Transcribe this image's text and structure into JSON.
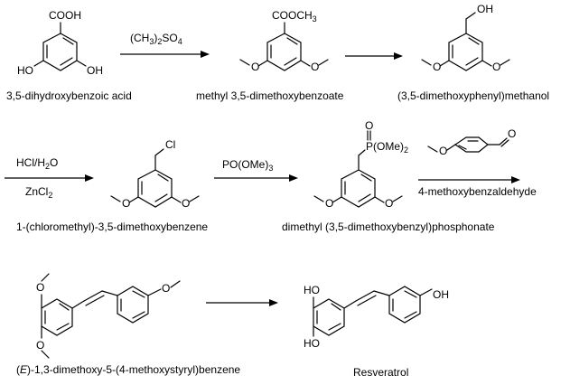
{
  "molecules": {
    "dihydroxybenzoic_acid": {
      "name": "3,5-dihydroxybenzoic acid",
      "labels": {
        "top": "COOH",
        "left": "HO",
        "right": "OH"
      }
    },
    "methyl_ester": {
      "name": "methyl 3,5-dimethoxybenzoate",
      "labels": {
        "top": "COOCH3"
      }
    },
    "benzyl_alcohol": {
      "name": "(3,5-dimethoxyphenyl)methanol",
      "labels": {
        "top": "OH"
      }
    },
    "benzyl_chloride": {
      "name": "1-(chloromethyl)-3,5-dimethoxybenzene",
      "labels": {
        "top": "Cl"
      }
    },
    "phosphonate": {
      "name": "dimethyl (3,5-dimethoxybenzyl)phosphonate",
      "labels": {
        "o": "O",
        "p": "P(OMe)2"
      }
    },
    "anisaldehyde": {
      "labels": {
        "o": "O"
      }
    },
    "trimethoxystilbene": {
      "name_prefix": "(",
      "name_italic": "E",
      "name_suffix": ")-1,3-dimethoxy-5-(4-methoxystyryl)benzene"
    },
    "resveratrol": {
      "name": "Resveratrol",
      "labels": {
        "ho_top": "HO",
        "ho_bottom": "HO",
        "oh_right": "OH"
      }
    }
  },
  "reactions": {
    "step1": {
      "reagent_above": "(CH3)2SO4"
    },
    "step2": {
      "reagent_above": ""
    },
    "step3": {
      "reagent_above": "HCl/H2O",
      "reagent_below": "ZnCl2"
    },
    "step4": {
      "reagent_above": "PO(OMe)3"
    },
    "step5": {
      "reagent_below": "4-methoxybenzaldehyde"
    },
    "step6": {
      "reagent_above": ""
    }
  }
}
